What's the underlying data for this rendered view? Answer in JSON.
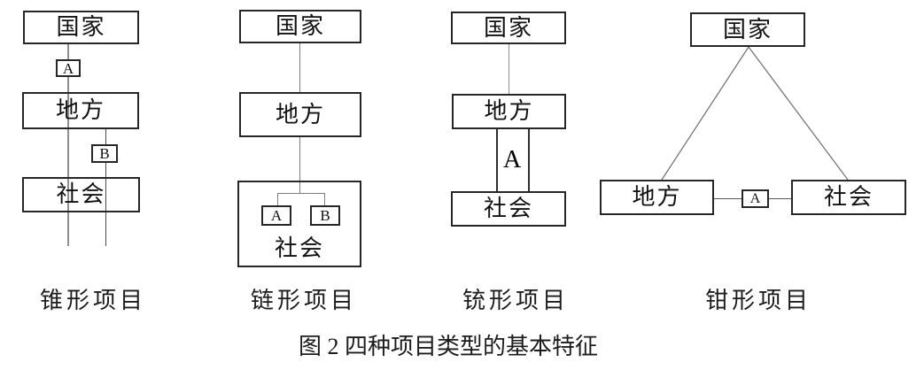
{
  "figure": {
    "caption": "图 2 四种项目类型的基本特征",
    "diagrams": [
      {
        "type_label": "锥形项目",
        "nodes": {
          "top": "国家",
          "middle": "地方",
          "bottom": "社会"
        },
        "links": {
          "a": "A",
          "b": "B"
        }
      },
      {
        "type_label": "链形项目",
        "nodes": {
          "top": "国家",
          "middle": "地方",
          "bottom": "社会"
        },
        "links": {
          "a": "A",
          "b": "B"
        }
      },
      {
        "type_label": "铳形项目",
        "nodes": {
          "top": "国家",
          "middle": "地方",
          "bottom": "社会"
        },
        "links": {
          "a": "A"
        }
      },
      {
        "type_label": "钳形项目",
        "nodes": {
          "top": "国家",
          "left": "地方",
          "right": "社会"
        },
        "links": {
          "a": "A"
        }
      }
    ],
    "line_colors": {
      "gray": "#8f8f8f",
      "dark": "#4a4a4a"
    }
  }
}
